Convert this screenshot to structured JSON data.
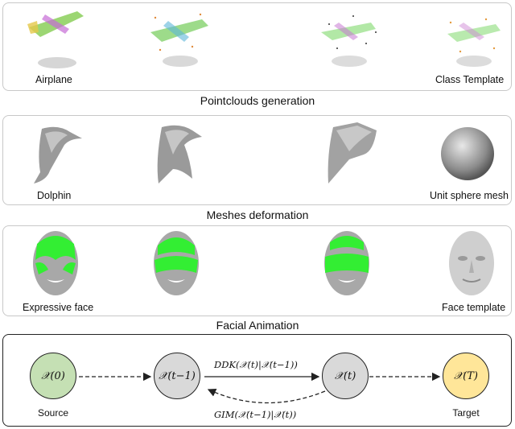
{
  "sections": [
    {
      "caption": "Pointclouds generation",
      "left_label": "Airplane",
      "right_label": "Class Template"
    },
    {
      "caption": "Meshes deformation",
      "left_label": "Dolphin",
      "right_label": "Unit sphere mesh"
    },
    {
      "caption": "Facial Animation",
      "left_label": "Expressive face",
      "right_label": "Face template"
    }
  ],
  "pipeline": {
    "nodes": [
      {
        "math": "𝒳(0)",
        "label": "Source",
        "color": "#c5e0b4"
      },
      {
        "math": "𝒳(t−1)",
        "label": "",
        "color": "#d9d9d9"
      },
      {
        "math": "𝒳(t)",
        "label": "",
        "color": "#d9d9d9"
      },
      {
        "math": "𝒳(T)",
        "label": "Target",
        "color": "#ffe699"
      }
    ],
    "forward_label": "DDK(𝒳(t)|𝒳(t−1))",
    "backward_label": "GIM(𝒳(t−1)|𝒳(t))"
  },
  "colors": {
    "panel_border": "#c8c8c8",
    "pointcloud_green": "#6cc04a",
    "face_green": "#33ee33",
    "mesh_gray": "#9a9a9a"
  }
}
